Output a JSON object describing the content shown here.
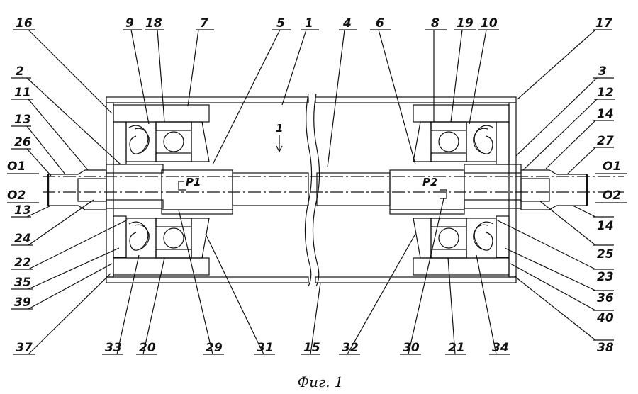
{
  "figure": {
    "caption": "Фиг. 1",
    "symbols": {
      "o1": "O1",
      "o2": "O2"
    },
    "internal": {
      "p1": "P1",
      "p2": "P2",
      "ref1": "1"
    },
    "labels": {
      "l16": "16",
      "l9": "9",
      "l18": "18",
      "l7": "7",
      "l5": "5",
      "l1": "1",
      "l4": "4",
      "l6": "6",
      "l8": "8",
      "l19": "19",
      "l10": "10",
      "l17": "17",
      "l2": "2",
      "l11": "11",
      "l13a": "13",
      "l26": "26",
      "l13b": "13",
      "l24": "24",
      "l22": "22",
      "l35": "35",
      "l39": "39",
      "l37": "37",
      "l33": "33",
      "l20": "20",
      "l29": "29",
      "l31": "31",
      "l15": "15",
      "l32": "32",
      "l30": "30",
      "l21": "21",
      "l34": "34",
      "l3": "3",
      "l12": "12",
      "l14a": "14",
      "l27": "27",
      "l14b": "14",
      "l25": "25",
      "l23": "23",
      "l36": "36",
      "l40": "40",
      "l38": "38"
    }
  }
}
